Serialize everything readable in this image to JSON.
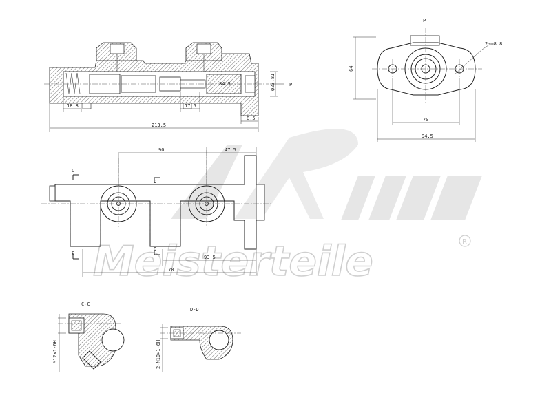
{
  "labels": {
    "view_p_top": "P",
    "view_p_arrow": "P",
    "holes": "2-φ8.8",
    "height_64": "64",
    "width_70": "70",
    "width_945": "94.5",
    "len_2135": "213.5",
    "len_188": "18.8",
    "len_175": "17.5",
    "len_85": "8.5",
    "bore_2381": "φ23.81",
    "len_845": "84.5",
    "len_90": "90",
    "len_475": "47.5",
    "len_935": "93.5",
    "len_170": "170",
    "sec_c1": "C",
    "sec_c2": "C",
    "sec_d1": "D",
    "sec_d2": "D",
    "sec_cc": "C-C",
    "sec_dd": "D-D",
    "thread_m12": "M12×1-6H",
    "thread_m10": "2-M10×1-6H"
  },
  "watermark": {
    "brand": "Meisterteile",
    "registered": "R"
  }
}
